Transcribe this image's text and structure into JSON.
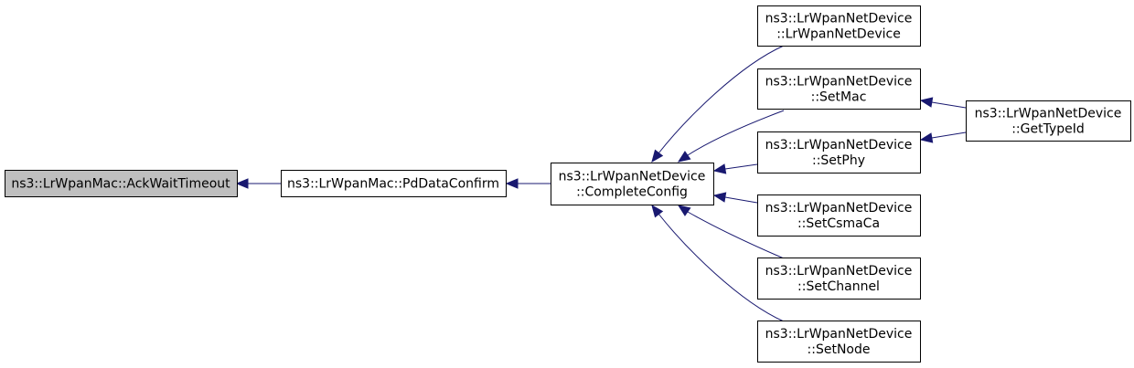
{
  "diagram": {
    "nodes": [
      {
        "id": "ackwait",
        "lines": [
          "ns3::LrWpanMac::AckWaitTimeout"
        ],
        "highlighted": true
      },
      {
        "id": "pddata",
        "lines": [
          "ns3::LrWpanMac::PdDataConfirm"
        ]
      },
      {
        "id": "complete",
        "lines": [
          "ns3::LrWpanNetDevice",
          "::CompleteConfig"
        ]
      },
      {
        "id": "ctor",
        "lines": [
          "ns3::LrWpanNetDevice",
          "::LrWpanNetDevice"
        ]
      },
      {
        "id": "setmac",
        "lines": [
          "ns3::LrWpanNetDevice",
          "::SetMac"
        ]
      },
      {
        "id": "setphy",
        "lines": [
          "ns3::LrWpanNetDevice",
          "::SetPhy"
        ]
      },
      {
        "id": "setcsma",
        "lines": [
          "ns3::LrWpanNetDevice",
          "::SetCsmaCa"
        ]
      },
      {
        "id": "setchannel",
        "lines": [
          "ns3::LrWpanNetDevice",
          "::SetChannel"
        ]
      },
      {
        "id": "setnode",
        "lines": [
          "ns3::LrWpanNetDevice",
          "::SetNode"
        ]
      },
      {
        "id": "gettypeid",
        "lines": [
          "ns3::LrWpanNetDevice",
          "::GetTypeId"
        ]
      }
    ],
    "edges": [
      {
        "from": "pddata",
        "to": "ackwait"
      },
      {
        "from": "complete",
        "to": "pddata"
      },
      {
        "from": "ctor",
        "to": "complete"
      },
      {
        "from": "setmac",
        "to": "complete"
      },
      {
        "from": "setphy",
        "to": "complete"
      },
      {
        "from": "setcsma",
        "to": "complete"
      },
      {
        "from": "setchannel",
        "to": "complete"
      },
      {
        "from": "setnode",
        "to": "complete"
      },
      {
        "from": "gettypeid",
        "to": "setmac"
      },
      {
        "from": "gettypeid",
        "to": "setphy"
      }
    ],
    "colors": {
      "edge": "#191970",
      "highlight_fill": "#bfbfbf",
      "node_border": "#000000"
    }
  }
}
